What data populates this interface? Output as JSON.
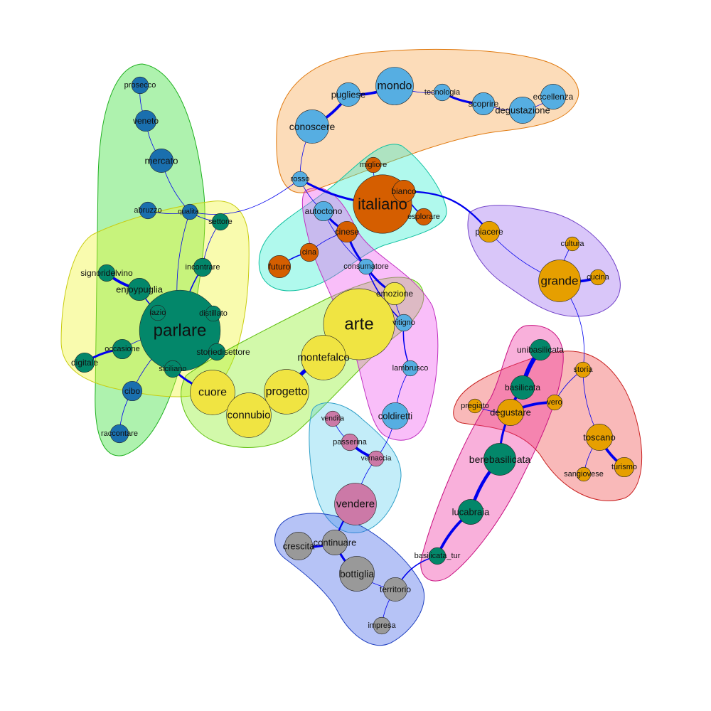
{
  "graph": {
    "groups": [
      {
        "id": "veneto",
        "fill": "#2bdc2b",
        "stroke": "#20b020"
      },
      {
        "id": "parlare",
        "fill": "#eef52a",
        "stroke": "#c8cc10"
      },
      {
        "id": "mondo",
        "fill": "#f7a246",
        "stroke": "#e07a10"
      },
      {
        "id": "italiano",
        "fill": "#30f0d0",
        "stroke": "#10c0a0"
      },
      {
        "id": "arte",
        "fill": "#88f020",
        "stroke": "#60c010"
      },
      {
        "id": "coldiretti",
        "fill": "#ee55ee",
        "stroke": "#c030c0"
      },
      {
        "id": "grande",
        "fill": "#9a6af0",
        "stroke": "#7040c8"
      },
      {
        "id": "toscano",
        "fill": "#f04848",
        "stroke": "#c82020"
      },
      {
        "id": "basilicata",
        "fill": "#f030a0",
        "stroke": "#c81080"
      },
      {
        "id": "vendere",
        "fill": "#60d0f0",
        "stroke": "#30a0c8"
      },
      {
        "id": "bottiglia",
        "fill": "#4060e8",
        "stroke": "#2040c0"
      }
    ],
    "nodes": [
      {
        "id": "prosecco",
        "label": "prosecco",
        "color": "#1a6fae",
        "weight": 1.0
      },
      {
        "id": "veneto",
        "label": "veneto",
        "color": "#1a6fae",
        "weight": 1.3
      },
      {
        "id": "mercato",
        "label": "mercato",
        "color": "#1a6fae",
        "weight": 1.5
      },
      {
        "id": "abruzzo",
        "label": "abruzzo",
        "color": "#1a6fae",
        "weight": 1.0
      },
      {
        "id": "qualita",
        "label": "qualita",
        "color": "#1a6fae",
        "weight": 0.9
      },
      {
        "id": "cibo",
        "label": "cibo",
        "color": "#1a6fae",
        "weight": 1.2
      },
      {
        "id": "raccontare",
        "label": "raccontare",
        "color": "#1a6fae",
        "weight": 1.1
      },
      {
        "id": "settore",
        "label": "settore",
        "color": "#03876a",
        "weight": 1.0
      },
      {
        "id": "incontrare",
        "label": "incontrare",
        "color": "#03876a",
        "weight": 1.1
      },
      {
        "id": "signoridelvino",
        "label": "signoridelvino",
        "color": "#03876a",
        "weight": 1.0
      },
      {
        "id": "enjoypuglia",
        "label": "enjoypuglia",
        "color": "#03876a",
        "weight": 1.4
      },
      {
        "id": "parlare",
        "label": "parlare",
        "color": "#03876a",
        "weight": 5.6
      },
      {
        "id": "lazio",
        "label": "lazio",
        "color": "#03876a",
        "weight": 0.9
      },
      {
        "id": "distillato",
        "label": "distillato",
        "color": "#03876a",
        "weight": 0.9
      },
      {
        "id": "occasione",
        "label": "occasione",
        "color": "#03876a",
        "weight": 1.2
      },
      {
        "id": "storiedisettore",
        "label": "storiedisettore",
        "color": "#03876a",
        "weight": 1.0
      },
      {
        "id": "digitale",
        "label": "digitale",
        "color": "#03876a",
        "weight": 1.2
      },
      {
        "id": "siciliano",
        "label": "siciliano",
        "color": "#03876a",
        "weight": 1.0
      },
      {
        "id": "pugliese",
        "label": "pugliese",
        "color": "#56aee2",
        "weight": 1.5
      },
      {
        "id": "mondo",
        "label": "mondo",
        "color": "#56aee2",
        "weight": 2.5
      },
      {
        "id": "tecnologia",
        "label": "tecnologia",
        "color": "#56aee2",
        "weight": 1.0
      },
      {
        "id": "eccellenza",
        "label": "eccellenza",
        "color": "#56aee2",
        "weight": 1.6
      },
      {
        "id": "scoprire",
        "label": "scoprire",
        "color": "#56aee2",
        "weight": 1.4
      },
      {
        "id": "degustazione",
        "label": "degustazione",
        "color": "#56aee2",
        "weight": 1.7
      },
      {
        "id": "conoscere",
        "label": "conoscere",
        "color": "#56aee2",
        "weight": 2.2
      },
      {
        "id": "rosso",
        "label": "rosso",
        "color": "#56aee2",
        "weight": 0.9
      },
      {
        "id": "autoctono",
        "label": "autoctono",
        "color": "#56aee2",
        "weight": 1.2
      },
      {
        "id": "consumatore",
        "label": "consumatore",
        "color": "#56aee2",
        "weight": 0.9
      },
      {
        "id": "vitigno",
        "label": "vitigno",
        "color": "#56aee2",
        "weight": 1.0
      },
      {
        "id": "lambrusco",
        "label": "lambrusco",
        "color": "#56aee2",
        "weight": 0.9
      },
      {
        "id": "coldiretti",
        "label": "coldiretti",
        "color": "#56aee2",
        "weight": 1.7
      },
      {
        "id": "migliore",
        "label": "migliore",
        "color": "#d55e00",
        "weight": 0.9
      },
      {
        "id": "italiano",
        "label": "italiano",
        "color": "#d55e00",
        "weight": 4.0
      },
      {
        "id": "bianco",
        "label": "bianco",
        "color": "#d55e00",
        "weight": 1.4
      },
      {
        "id": "esplorare",
        "label": "esplorare",
        "color": "#d55e00",
        "weight": 1.0
      },
      {
        "id": "cinese",
        "label": "cinese",
        "color": "#d55e00",
        "weight": 1.3
      },
      {
        "id": "cina",
        "label": "cina",
        "color": "#d55e00",
        "weight": 1.1
      },
      {
        "id": "futuro",
        "label": "futuro",
        "color": "#d55e00",
        "weight": 1.4
      },
      {
        "id": "piacere",
        "label": "piacere",
        "color": "#e69f00",
        "weight": 1.3
      },
      {
        "id": "cultura",
        "label": "cultura",
        "color": "#e69f00",
        "weight": 0.8
      },
      {
        "id": "grande",
        "label": "grande",
        "color": "#e69f00",
        "weight": 2.8
      },
      {
        "id": "cucina",
        "label": "cucina",
        "color": "#e69f00",
        "weight": 0.9
      },
      {
        "id": "storia",
        "label": "storia",
        "color": "#e69f00",
        "weight": 0.9
      },
      {
        "id": "vero",
        "label": "vero",
        "color": "#e69f00",
        "weight": 0.9
      },
      {
        "id": "pregiato",
        "label": "pregiato",
        "color": "#e69f00",
        "weight": 0.8
      },
      {
        "id": "degustare",
        "label": "degustare",
        "color": "#e69f00",
        "weight": 1.7
      },
      {
        "id": "toscano",
        "label": "toscano",
        "color": "#e69f00",
        "weight": 1.7
      },
      {
        "id": "sangiovese",
        "label": "sangiovese",
        "color": "#e69f00",
        "weight": 0.8
      },
      {
        "id": "turismo",
        "label": "turismo",
        "color": "#e69f00",
        "weight": 1.2
      },
      {
        "id": "emozione",
        "label": "emozione",
        "color": "#f0e442",
        "weight": 1.4
      },
      {
        "id": "arte",
        "label": "arte",
        "color": "#f0e442",
        "weight": 4.9
      },
      {
        "id": "montefalco",
        "label": "montefalco",
        "color": "#f0e442",
        "weight": 3.0
      },
      {
        "id": "progetto",
        "label": "progetto",
        "color": "#f0e442",
        "weight": 3.0
      },
      {
        "id": "cuore",
        "label": "cuore",
        "color": "#f0e442",
        "weight": 3.0
      },
      {
        "id": "connubio",
        "label": "connubio",
        "color": "#f0e442",
        "weight": 3.0
      },
      {
        "id": "unibasilicata",
        "label": "unibasilicata",
        "color": "#03876a",
        "weight": 1.3
      },
      {
        "id": "basilicata",
        "label": "basilicata",
        "color": "#03876a",
        "weight": 1.5
      },
      {
        "id": "berebasilicata",
        "label": "berebasilicata",
        "color": "#03876a",
        "weight": 2.1
      },
      {
        "id": "lucabraia",
        "label": "lucabraia",
        "color": "#03876a",
        "weight": 1.6
      },
      {
        "id": "basilicata_tur",
        "label": "basilicata_tur",
        "color": "#03876a",
        "weight": 1.0
      },
      {
        "id": "vendita",
        "label": "vendita",
        "color": "#cc79a7",
        "weight": 0.9
      },
      {
        "id": "passerina",
        "label": "passerina",
        "color": "#cc79a7",
        "weight": 1.0
      },
      {
        "id": "vernaccia",
        "label": "vernaccia",
        "color": "#cc79a7",
        "weight": 0.9
      },
      {
        "id": "vendere",
        "label": "vendere",
        "color": "#cc79a7",
        "weight": 2.8
      },
      {
        "id": "crescita",
        "label": "crescita",
        "color": "#999999",
        "weight": 1.8
      },
      {
        "id": "continuare",
        "label": "continuare",
        "color": "#999999",
        "weight": 1.6
      },
      {
        "id": "bottiglia",
        "label": "bottiglia",
        "color": "#999999",
        "weight": 2.3
      },
      {
        "id": "territorio",
        "label": "territorio",
        "color": "#999999",
        "weight": 1.5
      },
      {
        "id": "impresa",
        "label": "impresa",
        "color": "#999999",
        "weight": 1.0
      }
    ],
    "edges": [
      {
        "from": "prosecco",
        "to": "veneto",
        "weight": 1
      },
      {
        "from": "veneto",
        "to": "mercato",
        "weight": 1
      },
      {
        "from": "mercato",
        "to": "qualita",
        "weight": 1
      },
      {
        "from": "abruzzo",
        "to": "qualita",
        "weight": 1
      },
      {
        "from": "qualita",
        "to": "settore",
        "weight": 1
      },
      {
        "from": "qualita",
        "to": "parlare",
        "weight": 1
      },
      {
        "from": "qualita",
        "to": "rosso",
        "weight": 1
      },
      {
        "from": "settore",
        "to": "incontrare",
        "weight": 1
      },
      {
        "from": "incontrare",
        "to": "parlare",
        "weight": 2
      },
      {
        "from": "signoridelvino",
        "to": "enjoypuglia",
        "weight": 5
      },
      {
        "from": "enjoypuglia",
        "to": "parlare",
        "weight": 2
      },
      {
        "from": "lazio",
        "to": "parlare",
        "weight": 1
      },
      {
        "from": "distillato",
        "to": "parlare",
        "weight": 1
      },
      {
        "from": "parlare",
        "to": "occasione",
        "weight": 1
      },
      {
        "from": "parlare",
        "to": "cibo",
        "weight": 1
      },
      {
        "from": "parlare",
        "to": "storiedisettore",
        "weight": 1
      },
      {
        "from": "parlare",
        "to": "siciliano",
        "weight": 1
      },
      {
        "from": "occasione",
        "to": "digitale",
        "weight": 4
      },
      {
        "from": "cibo",
        "to": "raccontare",
        "weight": 1
      },
      {
        "from": "siciliano",
        "to": "cuore",
        "weight": 4
      },
      {
        "from": "conoscere",
        "to": "pugliese",
        "weight": 5
      },
      {
        "from": "pugliese",
        "to": "mondo",
        "weight": 5
      },
      {
        "from": "mondo",
        "to": "tecnologia",
        "weight": 1
      },
      {
        "from": "tecnologia",
        "to": "scoprire",
        "weight": 4
      },
      {
        "from": "scoprire",
        "to": "degustazione",
        "weight": 1
      },
      {
        "from": "degustazione",
        "to": "eccellenza",
        "weight": 1
      },
      {
        "from": "conoscere",
        "to": "rosso",
        "weight": 1
      },
      {
        "from": "rosso",
        "to": "italiano",
        "weight": 4
      },
      {
        "from": "rosso",
        "to": "autoctono",
        "weight": 1
      },
      {
        "from": "migliore",
        "to": "italiano",
        "weight": 1
      },
      {
        "from": "italiano",
        "to": "bianco",
        "weight": 2
      },
      {
        "from": "bianco",
        "to": "esplorare",
        "weight": 2
      },
      {
        "from": "bianco",
        "to": "piacere",
        "weight": 3
      },
      {
        "from": "autoctono",
        "to": "cinese",
        "weight": 4
      },
      {
        "from": "autoctono",
        "to": "consumatore",
        "weight": 1
      },
      {
        "from": "cinese",
        "to": "cina",
        "weight": 1
      },
      {
        "from": "cina",
        "to": "futuro",
        "weight": 2
      },
      {
        "from": "cinese",
        "to": "consumatore",
        "weight": 4
      },
      {
        "from": "consumatore",
        "to": "emozione",
        "weight": 4
      },
      {
        "from": "emozione",
        "to": "vitigno",
        "weight": 1
      },
      {
        "from": "consumatore",
        "to": "vitigno",
        "weight": 2
      },
      {
        "from": "vitigno",
        "to": "arte",
        "weight": 2
      },
      {
        "from": "vitigno",
        "to": "lambrusco",
        "weight": 2
      },
      {
        "from": "lambrusco",
        "to": "coldiretti",
        "weight": 1
      },
      {
        "from": "arte",
        "to": "montefalco",
        "weight": 1
      },
      {
        "from": "montefalco",
        "to": "progetto",
        "weight": 7
      },
      {
        "from": "progetto",
        "to": "connubio",
        "weight": 1
      },
      {
        "from": "connubio",
        "to": "cuore",
        "weight": 1
      },
      {
        "from": "piacere",
        "to": "grande",
        "weight": 1
      },
      {
        "from": "cultura",
        "to": "grande",
        "weight": 1
      },
      {
        "from": "grande",
        "to": "cucina",
        "weight": 5
      },
      {
        "from": "grande",
        "to": "storia",
        "weight": 1
      },
      {
        "from": "storia",
        "to": "vero",
        "weight": 1
      },
      {
        "from": "storia",
        "to": "toscano",
        "weight": 1
      },
      {
        "from": "vero",
        "to": "degustare",
        "weight": 5
      },
      {
        "from": "pregiato",
        "to": "degustare",
        "weight": 1
      },
      {
        "from": "toscano",
        "to": "sangiovese",
        "weight": 1
      },
      {
        "from": "toscano",
        "to": "turismo",
        "weight": 5
      },
      {
        "from": "unibasilicata",
        "to": "basilicata",
        "weight": 8
      },
      {
        "from": "basilicata",
        "to": "degustare",
        "weight": 5
      },
      {
        "from": "degustare",
        "to": "berebasilicata",
        "weight": 4
      },
      {
        "from": "berebasilicata",
        "to": "lucabraia",
        "weight": 6
      },
      {
        "from": "lucabraia",
        "to": "basilicata_tur",
        "weight": 5
      },
      {
        "from": "basilicata_tur",
        "to": "territorio",
        "weight": 2
      },
      {
        "from": "vendita",
        "to": "passerina",
        "weight": 1
      },
      {
        "from": "passerina",
        "to": "vernaccia",
        "weight": 5
      },
      {
        "from": "vernaccia",
        "to": "coldiretti",
        "weight": 1
      },
      {
        "from": "vernaccia",
        "to": "vendere",
        "weight": 1
      },
      {
        "from": "vendere",
        "to": "continuare",
        "weight": 3
      },
      {
        "from": "crescita",
        "to": "continuare",
        "weight": 4
      },
      {
        "from": "continuare",
        "to": "bottiglia",
        "weight": 4
      },
      {
        "from": "bottiglia",
        "to": "territorio",
        "weight": 1
      },
      {
        "from": "territorio",
        "to": "impresa",
        "weight": 1
      }
    ]
  }
}
